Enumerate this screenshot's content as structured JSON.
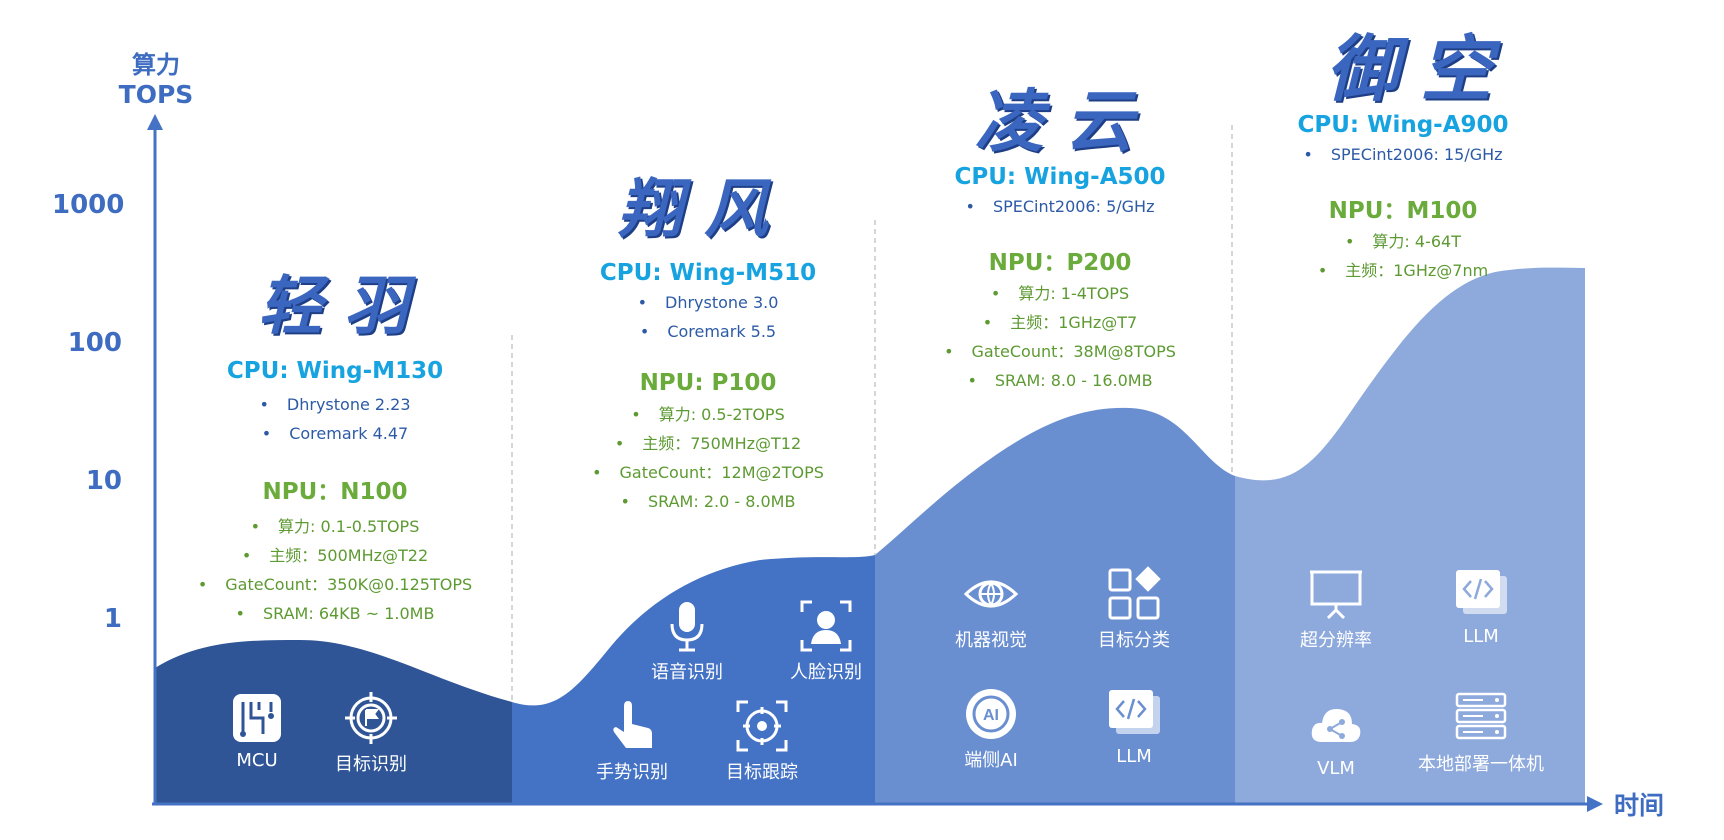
{
  "axes": {
    "y_label_line1": "算力",
    "y_label_line2": "TOPS",
    "x_label": "时间",
    "y_ticks": [
      "1000",
      "100",
      "10",
      "1"
    ]
  },
  "colors": {
    "stage1": "#2f5597",
    "stage2": "#4472c4",
    "stage3": "#6a8fd1",
    "stage4": "#8ea9dc",
    "axis": "#4472c4",
    "cpu_title": "#17a3e0",
    "npu_title": "#6aab3c"
  },
  "generations": [
    {
      "name": "轻羽",
      "cpu_title": "CPU: Wing-M130",
      "cpu_specs": [
        "Dhrystone 2.23",
        "Coremark 4.47"
      ],
      "npu_title": "NPU：N100",
      "npu_specs": [
        "算力: 0.1-0.5TOPS",
        "主频：500MHz@T22",
        "GateCount：350K@0.125TOPS",
        "SRAM: 64KB ~ 1.0MB"
      ],
      "apps": [
        {
          "label": "MCU",
          "icon": "chip-icon"
        },
        {
          "label": "目标识别",
          "icon": "target-flag-icon"
        }
      ]
    },
    {
      "name": "翔风",
      "cpu_title": "CPU: Wing-M510",
      "cpu_specs": [
        "Dhrystone 3.0",
        "Coremark 5.5"
      ],
      "npu_title": "NPU: P100",
      "npu_specs": [
        "算力: 0.5-2TOPS",
        "主频：750MHz@T12",
        "GateCount：12M@2TOPS",
        "SRAM: 2.0 - 8.0MB"
      ],
      "apps": [
        {
          "label": "语音识别",
          "icon": "microphone-icon"
        },
        {
          "label": "人脸识别",
          "icon": "face-scan-icon"
        },
        {
          "label": "手势识别",
          "icon": "hand-pointer-icon"
        },
        {
          "label": "目标跟踪",
          "icon": "target-tracking-icon"
        }
      ]
    },
    {
      "name": "凌云",
      "cpu_title": "CPU: Wing-A500",
      "cpu_specs": [
        "SPECint2006: 5/GHz"
      ],
      "npu_title": "NPU：P200",
      "npu_specs": [
        "算力: 1-4TOPS",
        "主频：1GHz@T7",
        "GateCount：38M@8TOPS",
        "SRAM: 8.0 - 16.0MB"
      ],
      "apps": [
        {
          "label": "机器视觉",
          "icon": "eye-icon"
        },
        {
          "label": "目标分类",
          "icon": "grid-classify-icon"
        },
        {
          "label": "端侧AI",
          "icon": "ai-chip-icon"
        },
        {
          "label": "LLM",
          "icon": "code-window-icon"
        }
      ]
    },
    {
      "name": "御空",
      "cpu_title": "CPU: Wing-A900",
      "cpu_specs": [
        "SPECint2006: 15/GHz"
      ],
      "npu_title": "NPU：M100",
      "npu_specs": [
        "算力: 4-64T",
        "主频：1GHz@7nm"
      ],
      "apps": [
        {
          "label": "超分辨率",
          "icon": "presentation-board-icon"
        },
        {
          "label": "LLM",
          "icon": "code-window-icon"
        },
        {
          "label": "VLM",
          "icon": "cloud-share-icon"
        },
        {
          "label": "本地部署一体机",
          "icon": "server-rack-icon"
        }
      ]
    }
  ]
}
